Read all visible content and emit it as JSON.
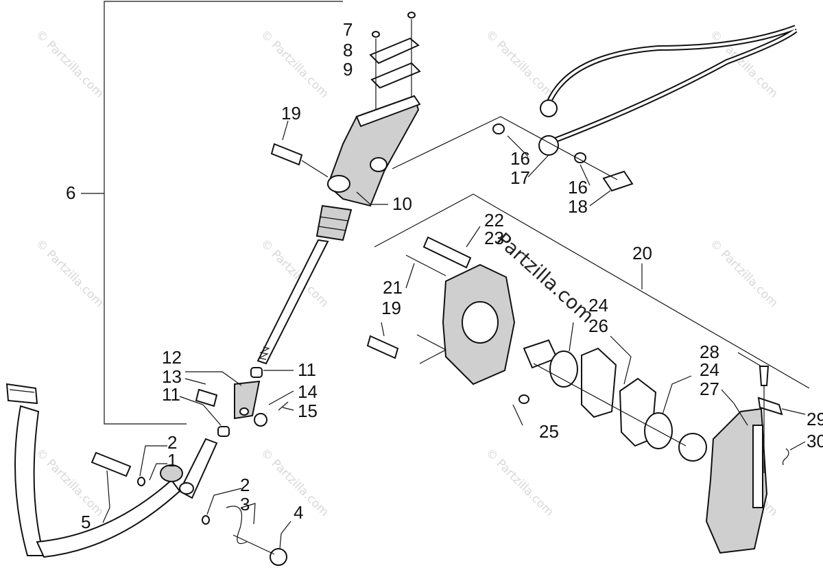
{
  "watermark": {
    "text": "© Partzilla.com",
    "center_text": "Partzilla.com"
  },
  "callouts": {
    "c1": "1",
    "c2a": "2",
    "c2b": "2",
    "c3": "3",
    "c4": "4",
    "c5": "5",
    "c6": "6",
    "c7": "7",
    "c8": "8",
    "c9": "9",
    "c10": "10",
    "c11a": "11",
    "c11b": "11",
    "c12": "12",
    "c13": "13",
    "c14": "14",
    "c15": "15",
    "c16a": "16",
    "c16b": "16",
    "c17": "17",
    "c18": "18",
    "c19a": "19",
    "c19b": "19",
    "c20": "20",
    "c21": "21",
    "c22": "22",
    "c23": "23",
    "c24a": "24",
    "c24b": "24",
    "c25": "25",
    "c26": "26",
    "c27": "27",
    "c28": "28",
    "c29": "29",
    "c30": "30"
  },
  "colors": {
    "ink": "#111111",
    "watermark": "#d8d8d8",
    "part_fill": "#ffffff",
    "shade": "#cfcfcf"
  }
}
